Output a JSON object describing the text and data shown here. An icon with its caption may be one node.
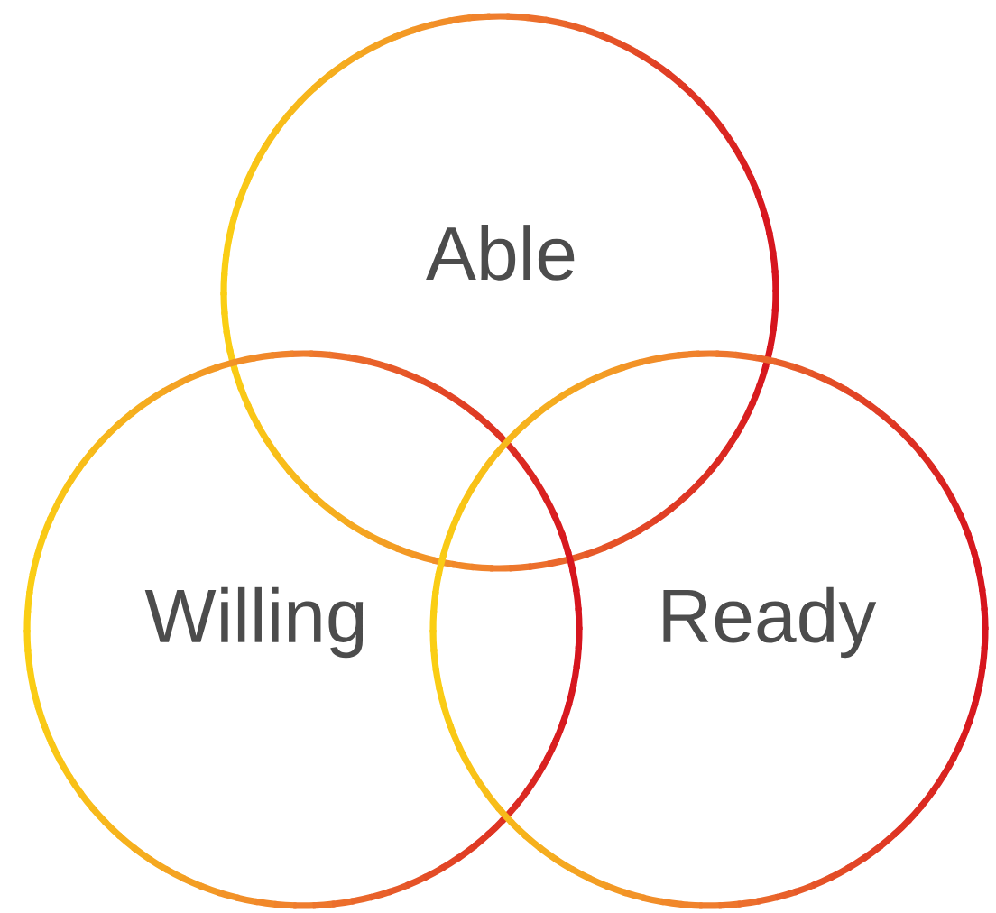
{
  "diagram": {
    "nodes": [
      {
        "text": [
          "Able"
        ]
      },
      {
        "text": [
          "Willing"
        ]
      },
      {
        "text": [
          "Ready"
        ]
      }
    ]
  }
}
